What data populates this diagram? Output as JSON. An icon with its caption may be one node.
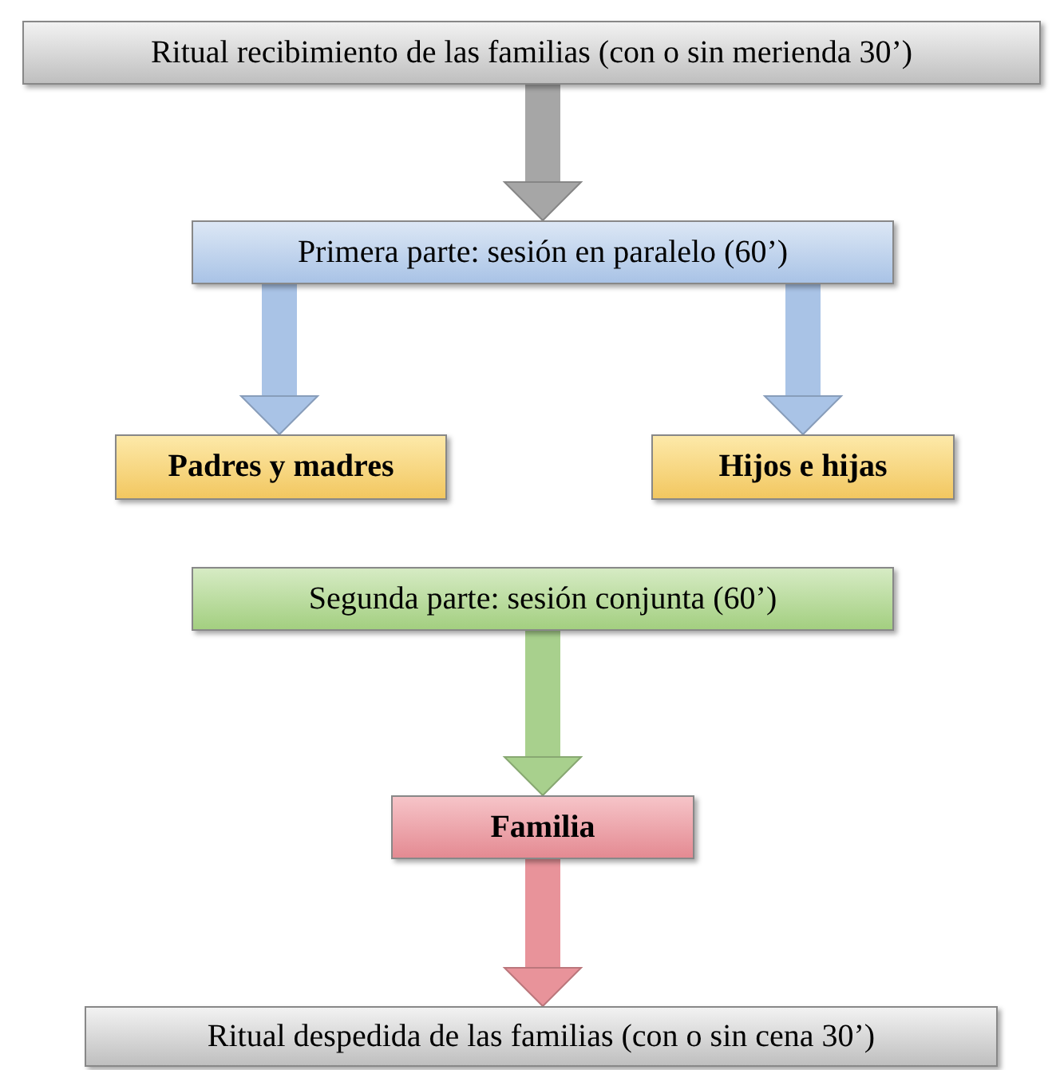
{
  "diagram": {
    "nodes": [
      {
        "text": [
          "Ritual recibimiento de las familias (con o sin merienda 30’)"
        ]
      },
      {
        "text": [
          "Primera parte: sesión en paralelo (60’)"
        ]
      },
      {
        "text": [
          "Padres y madres"
        ]
      },
      {
        "text": [
          "Hijos e hijas"
        ]
      },
      {
        "text": [
          "Segunda parte: sesión conjunta (60’)"
        ]
      },
      {
        "text": [
          "Familia"
        ]
      },
      {
        "text": [
          "Ritual despedida de las familias (con o sin cena 30’)"
        ]
      }
    ],
    "edges": [
      {
        "from": 0,
        "to": 1,
        "arrow": "to",
        "color": "#a6a6a6"
      },
      {
        "from": 1,
        "to": 2,
        "arrow": "to",
        "color": "#a9c3e6"
      },
      {
        "from": 1,
        "to": 3,
        "arrow": "to",
        "color": "#a9c3e6"
      },
      {
        "from": 4,
        "to": 5,
        "arrow": "to",
        "color": "#a8d08d"
      },
      {
        "from": 5,
        "to": 6,
        "arrow": "to",
        "color": "#e8939a"
      }
    ]
  }
}
